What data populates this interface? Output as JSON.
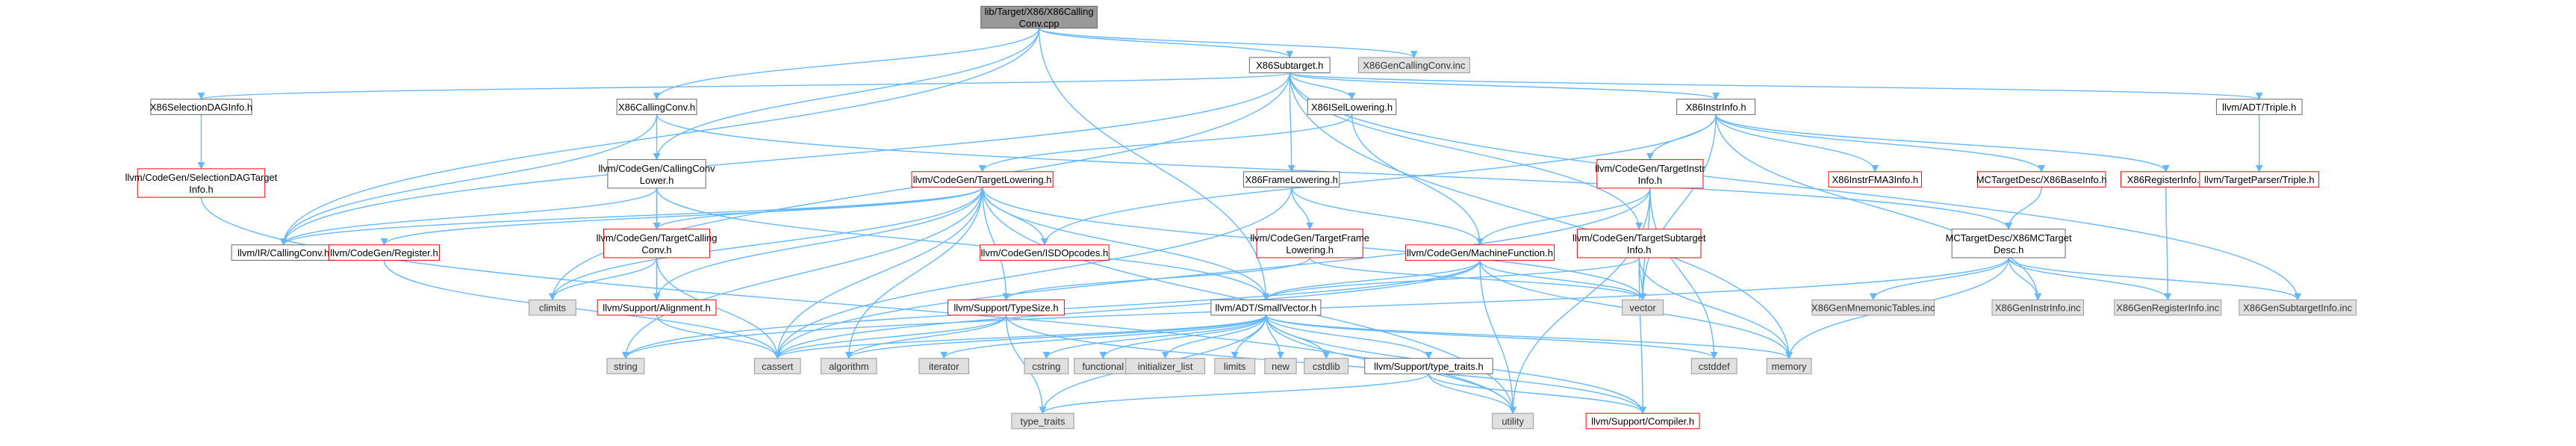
{
  "nodes": [
    {
      "id": "root",
      "lines": [
        "lib/Target/X86/X86Calling",
        "Conv.cpp"
      ],
      "style": "root"
    },
    {
      "id": "subtarget",
      "lines": [
        "X86Subtarget.h"
      ],
      "style": "plain"
    },
    {
      "id": "gencc",
      "lines": [
        "X86GenCallingConv.inc"
      ],
      "style": "sys"
    },
    {
      "id": "seldag",
      "lines": [
        "X86SelectionDAGInfo.h"
      ],
      "style": "plain"
    },
    {
      "id": "cconv",
      "lines": [
        "X86CallingConv.h"
      ],
      "style": "plain"
    },
    {
      "id": "isel",
      "lines": [
        "X86ISelLowering.h"
      ],
      "style": "plain"
    },
    {
      "id": "instrinfo",
      "lines": [
        "X86InstrInfo.h"
      ],
      "style": "plain"
    },
    {
      "id": "triple",
      "lines": [
        "llvm/ADT/Triple.h"
      ],
      "style": "plain"
    },
    {
      "id": "seldagt",
      "lines": [
        "llvm/CodeGen/SelectionDAGTarget",
        "Info.h"
      ],
      "style": "red"
    },
    {
      "id": "cclower",
      "lines": [
        "llvm/CodeGen/CallingConv",
        "Lower.h"
      ],
      "style": "plain"
    },
    {
      "id": "tlower",
      "lines": [
        "llvm/CodeGen/TargetLowering.h"
      ],
      "style": "red"
    },
    {
      "id": "framelow",
      "lines": [
        "X86FrameLowering.h"
      ],
      "style": "plain"
    },
    {
      "id": "tinstr",
      "lines": [
        "llvm/CodeGen/TargetInstr",
        "Info.h"
      ],
      "style": "red"
    },
    {
      "id": "fma3",
      "lines": [
        "X86InstrFMA3Info.h"
      ],
      "style": "red"
    },
    {
      "id": "baseinfo",
      "lines": [
        "MCTargetDesc/X86BaseInfo.h"
      ],
      "style": "red"
    },
    {
      "id": "reginfo",
      "lines": [
        "X86RegisterInfo.h"
      ],
      "style": "red"
    },
    {
      "id": "tparser",
      "lines": [
        "llvm/TargetParser/Triple.h"
      ],
      "style": "red"
    },
    {
      "id": "ircc",
      "lines": [
        "llvm/IR/CallingConv.h"
      ],
      "style": "plain"
    },
    {
      "id": "register",
      "lines": [
        "llvm/CodeGen/Register.h"
      ],
      "style": "red"
    },
    {
      "id": "tcallconv",
      "lines": [
        "llvm/CodeGen/TargetCalling",
        "Conv.h"
      ],
      "style": "red"
    },
    {
      "id": "isdop",
      "lines": [
        "llvm/CodeGen/ISDOpcodes.h"
      ],
      "style": "red"
    },
    {
      "id": "tframe",
      "lines": [
        "llvm/CodeGen/TargetFrame",
        "Lowering.h"
      ],
      "style": "red"
    },
    {
      "id": "mfunc",
      "lines": [
        "llvm/CodeGen/MachineFunction.h"
      ],
      "style": "red"
    },
    {
      "id": "tsub",
      "lines": [
        "llvm/CodeGen/TargetSubtarget",
        "Info.h"
      ],
      "style": "red"
    },
    {
      "id": "mcdesc",
      "lines": [
        "MCTargetDesc/X86MCTarget",
        "Desc.h"
      ],
      "style": "plain"
    },
    {
      "id": "climits",
      "lines": [
        "climits"
      ],
      "style": "sys"
    },
    {
      "id": "align",
      "lines": [
        "llvm/Support/Alignment.h"
      ],
      "style": "red"
    },
    {
      "id": "typesize",
      "lines": [
        "llvm/Support/TypeSize.h"
      ],
      "style": "red"
    },
    {
      "id": "smallvec",
      "lines": [
        "llvm/ADT/SmallVector.h"
      ],
      "style": "plain"
    },
    {
      "id": "vector",
      "lines": [
        "vector"
      ],
      "style": "sys"
    },
    {
      "id": "mnem",
      "lines": [
        "X86GenMnemonicTables.inc"
      ],
      "style": "sys"
    },
    {
      "id": "geninstr",
      "lines": [
        "X86GenInstrInfo.inc"
      ],
      "style": "sys"
    },
    {
      "id": "genreg",
      "lines": [
        "X86GenRegisterInfo.inc"
      ],
      "style": "sys"
    },
    {
      "id": "gensub",
      "lines": [
        "X86GenSubtargetInfo.inc"
      ],
      "style": "sys"
    },
    {
      "id": "string",
      "lines": [
        "string"
      ],
      "style": "sys"
    },
    {
      "id": "cassert",
      "lines": [
        "cassert"
      ],
      "style": "sys"
    },
    {
      "id": "algorithm",
      "lines": [
        "algorithm"
      ],
      "style": "sys"
    },
    {
      "id": "iterator",
      "lines": [
        "iterator"
      ],
      "style": "sys"
    },
    {
      "id": "cstring",
      "lines": [
        "cstring"
      ],
      "style": "sys"
    },
    {
      "id": "functional",
      "lines": [
        "functional"
      ],
      "style": "sys"
    },
    {
      "id": "initlist",
      "lines": [
        "initializer_list"
      ],
      "style": "sys"
    },
    {
      "id": "limits",
      "lines": [
        "limits"
      ],
      "style": "sys"
    },
    {
      "id": "new",
      "lines": [
        "new"
      ],
      "style": "sys"
    },
    {
      "id": "cstdlib",
      "lines": [
        "cstdlib"
      ],
      "style": "sys"
    },
    {
      "id": "typetraitsh",
      "lines": [
        "llvm/Support/type_traits.h"
      ],
      "style": "plain"
    },
    {
      "id": "cstddef",
      "lines": [
        "cstddef"
      ],
      "style": "sys"
    },
    {
      "id": "memory",
      "lines": [
        "memory"
      ],
      "style": "sys"
    },
    {
      "id": "typetraits",
      "lines": [
        "type_traits"
      ],
      "style": "sys"
    },
    {
      "id": "utility",
      "lines": [
        "utility"
      ],
      "style": "sys"
    },
    {
      "id": "compiler",
      "lines": [
        "llvm/Support/Compiler.h"
      ],
      "style": "red"
    }
  ],
  "edges": [
    [
      "root",
      "subtarget"
    ],
    [
      "root",
      "gencc"
    ],
    [
      "root",
      "cconv"
    ],
    [
      "root",
      "cclower"
    ],
    [
      "root",
      "ircc"
    ],
    [
      "root",
      "smallvec"
    ],
    [
      "subtarget",
      "seldag"
    ],
    [
      "subtarget",
      "isel"
    ],
    [
      "subtarget",
      "instrinfo"
    ],
    [
      "subtarget",
      "triple"
    ],
    [
      "subtarget",
      "framelow"
    ],
    [
      "subtarget",
      "tsub"
    ],
    [
      "subtarget",
      "ircc"
    ],
    [
      "subtarget",
      "gensub"
    ],
    [
      "subtarget",
      "climits"
    ],
    [
      "subtarget",
      "memory"
    ],
    [
      "seldag",
      "seldagt"
    ],
    [
      "cconv",
      "cclower"
    ],
    [
      "cconv",
      "ircc"
    ],
    [
      "cconv",
      "mcdesc"
    ],
    [
      "isel",
      "tlower"
    ],
    [
      "isel",
      "mfunc"
    ],
    [
      "instrinfo",
      "tinstr"
    ],
    [
      "instrinfo",
      "fma3"
    ],
    [
      "instrinfo",
      "baseinfo"
    ],
    [
      "instrinfo",
      "reginfo"
    ],
    [
      "instrinfo",
      "isdop"
    ],
    [
      "instrinfo",
      "geninstr"
    ],
    [
      "instrinfo",
      "vector"
    ],
    [
      "triple",
      "tparser"
    ],
    [
      "seldagt",
      "utility"
    ],
    [
      "cclower",
      "ircc"
    ],
    [
      "cclower",
      "tcallconv"
    ],
    [
      "cclower",
      "align"
    ],
    [
      "cclower",
      "smallvec"
    ],
    [
      "tlower",
      "ircc"
    ],
    [
      "tlower",
      "register"
    ],
    [
      "tlower",
      "tcallconv"
    ],
    [
      "tlower",
      "isdop"
    ],
    [
      "tlower",
      "climits"
    ],
    [
      "tlower",
      "align"
    ],
    [
      "tlower",
      "smallvec"
    ],
    [
      "tlower",
      "vector"
    ],
    [
      "tlower",
      "string"
    ],
    [
      "tlower",
      "cassert"
    ],
    [
      "tlower",
      "algorithm"
    ],
    [
      "tlower",
      "utility"
    ],
    [
      "tlower",
      "typesize"
    ],
    [
      "framelow",
      "tframe"
    ],
    [
      "framelow",
      "mfunc"
    ],
    [
      "framelow",
      "cassert"
    ],
    [
      "tinstr",
      "mfunc"
    ],
    [
      "tinstr",
      "vector"
    ],
    [
      "tinstr",
      "cstddef"
    ],
    [
      "tinstr",
      "utility"
    ],
    [
      "tinstr",
      "cassert"
    ],
    [
      "baseinfo",
      "mcdesc"
    ],
    [
      "reginfo",
      "genreg"
    ],
    [
      "register",
      "cassert"
    ],
    [
      "tcallconv",
      "align"
    ],
    [
      "tcallconv",
      "climits"
    ],
    [
      "tcallconv",
      "cassert"
    ],
    [
      "tframe",
      "typesize"
    ],
    [
      "tframe",
      "vector"
    ],
    [
      "mfunc",
      "smallvec"
    ],
    [
      "mfunc",
      "vector"
    ],
    [
      "mfunc",
      "memory"
    ],
    [
      "mfunc",
      "utility"
    ],
    [
      "mfunc",
      "cassert"
    ],
    [
      "mfunc",
      "string"
    ],
    [
      "tsub",
      "smallvec"
    ],
    [
      "tsub",
      "vector"
    ],
    [
      "tsub",
      "memory"
    ],
    [
      "tsub",
      "compiler"
    ],
    [
      "mcdesc",
      "mnem"
    ],
    [
      "mcdesc",
      "geninstr"
    ],
    [
      "mcdesc",
      "genreg"
    ],
    [
      "mcdesc",
      "gensub"
    ],
    [
      "mcdesc",
      "memory"
    ],
    [
      "mcdesc",
      "string"
    ],
    [
      "align",
      "cassert"
    ],
    [
      "typesize",
      "algorithm"
    ],
    [
      "typesize",
      "cassert"
    ],
    [
      "typesize",
      "compiler"
    ],
    [
      "typesize",
      "typetraits"
    ],
    [
      "smallvec",
      "cassert"
    ],
    [
      "smallvec",
      "algorithm"
    ],
    [
      "smallvec",
      "iterator"
    ],
    [
      "smallvec",
      "cstring"
    ],
    [
      "smallvec",
      "functional"
    ],
    [
      "smallvec",
      "initlist"
    ],
    [
      "smallvec",
      "limits"
    ],
    [
      "smallvec",
      "new"
    ],
    [
      "smallvec",
      "cstdlib"
    ],
    [
      "smallvec",
      "typetraitsh"
    ],
    [
      "smallvec",
      "cstddef"
    ],
    [
      "smallvec",
      "memory"
    ],
    [
      "smallvec",
      "utility"
    ],
    [
      "smallvec",
      "compiler"
    ],
    [
      "smallvec",
      "typetraits"
    ],
    [
      "typetraitsh",
      "typetraits"
    ],
    [
      "typetraitsh",
      "utility"
    ],
    [
      "typetraitsh",
      "compiler"
    ]
  ]
}
